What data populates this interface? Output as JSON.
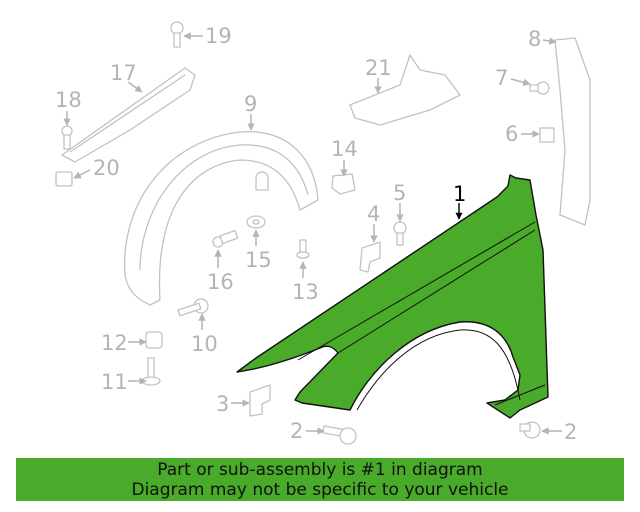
{
  "diagram": {
    "highlight_color": "#4aaa2a",
    "callouts": [
      {
        "number": "1",
        "highlighted": true
      },
      {
        "number": "2"
      },
      {
        "number": "2"
      },
      {
        "number": "3"
      },
      {
        "number": "4"
      },
      {
        "number": "5"
      },
      {
        "number": "6"
      },
      {
        "number": "7"
      },
      {
        "number": "8"
      },
      {
        "number": "9"
      },
      {
        "number": "10"
      },
      {
        "number": "11"
      },
      {
        "number": "12"
      },
      {
        "number": "13"
      },
      {
        "number": "14"
      },
      {
        "number": "15"
      },
      {
        "number": "16"
      },
      {
        "number": "17"
      },
      {
        "number": "18"
      },
      {
        "number": "19"
      },
      {
        "number": "20"
      },
      {
        "number": "21"
      }
    ]
  },
  "banner": {
    "line1": "Part or sub-assembly is #1 in diagram",
    "line2": "Diagram may not be specific to your vehicle",
    "color": "#4aaa2a"
  }
}
